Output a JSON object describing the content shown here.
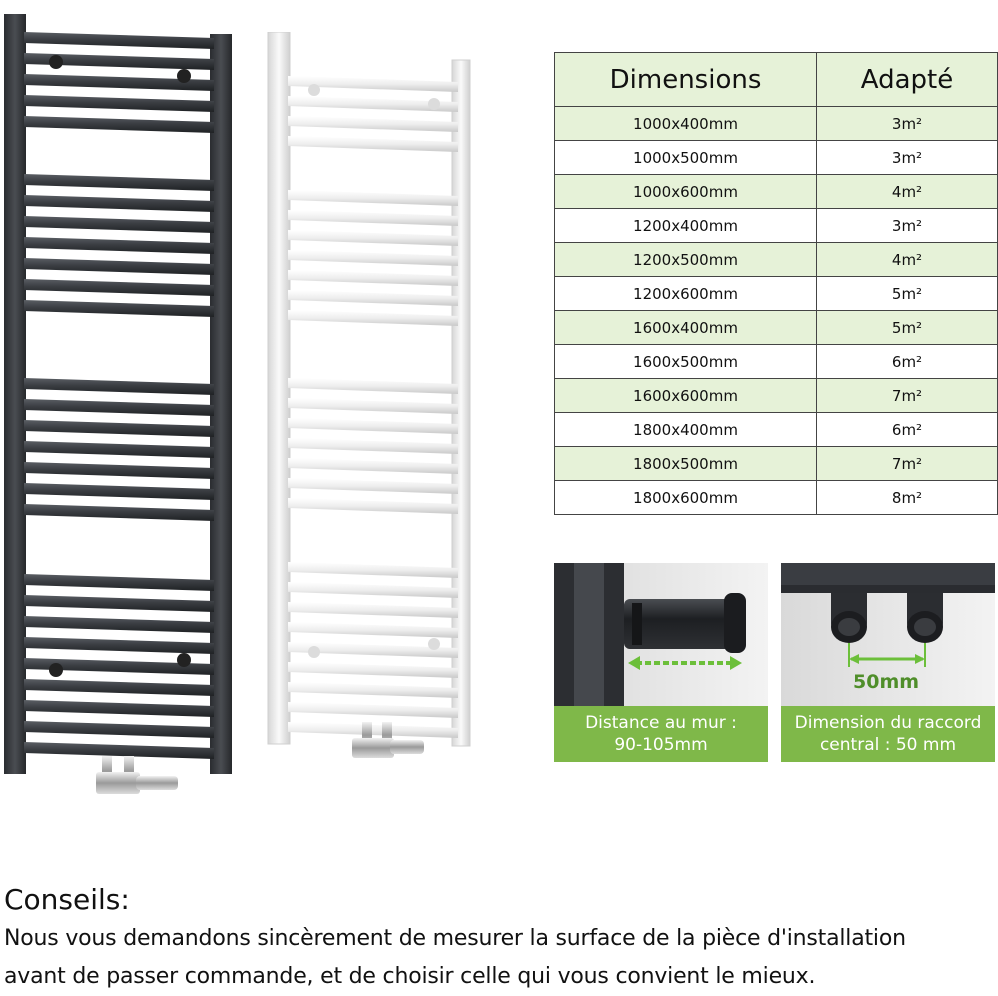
{
  "table": {
    "headers": [
      "Dimensions",
      "Adapté"
    ],
    "rows": [
      [
        "1000x400mm",
        "3m²"
      ],
      [
        "1000x500mm",
        "3m²"
      ],
      [
        "1000x600mm",
        "4m²"
      ],
      [
        "1200x400mm",
        "3m²"
      ],
      [
        "1200x500mm",
        "4m²"
      ],
      [
        "1200x600mm",
        "5m²"
      ],
      [
        "1600x400mm",
        "5m²"
      ],
      [
        "1600x500mm",
        "6m²"
      ],
      [
        "1600x600mm",
        "7m²"
      ],
      [
        "1800x400mm",
        "6m²"
      ],
      [
        "1800x500mm",
        "7m²"
      ],
      [
        "1800x600mm",
        "8m²"
      ]
    ]
  },
  "panels": {
    "wall": {
      "line1": "Distance au mur :",
      "line2": "90-105mm"
    },
    "center": {
      "line1": "Dimension du raccord",
      "line2": "central : 50 mm",
      "measure": "50mm"
    }
  },
  "advice": {
    "title": "Conseils:",
    "line1": "Nous vous demandons sincèrement de mesurer la surface de la pièce d'installation",
    "line2": "avant de passer commande, et de choisir celle qui vous convient le mieux."
  },
  "colors": {
    "table_stripe": "#e6f2d8",
    "caption_green": "#7fb849",
    "anthracite": "#3a3d42",
    "white_radiator": "#f4f4f4"
  }
}
